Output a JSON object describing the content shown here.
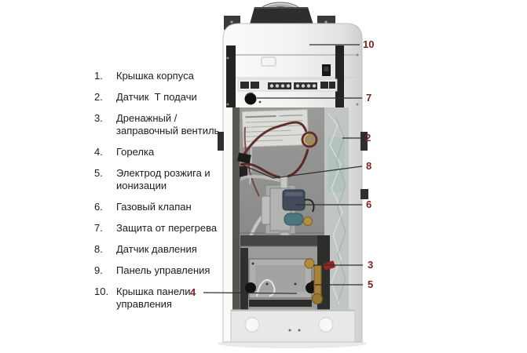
{
  "page": {
    "background_color": "#ffffff",
    "description_language": "ru"
  },
  "legend": {
    "text_color": "#1c1c1c",
    "items": [
      {
        "num": "1.",
        "label": "Крышка корпуса"
      },
      {
        "num": "2.",
        "label": "Датчик  Т подачи"
      },
      {
        "num": "3.",
        "label": "Дренажный /\nзаправочный вентиль"
      },
      {
        "num": "4.",
        "label": "Горелка"
      },
      {
        "num": "5.",
        "label": "Электрод розжига и\nионизации"
      },
      {
        "num": "6.",
        "label": "Газовый клапан"
      },
      {
        "num": "7.",
        "label": "Защита от перегрева"
      },
      {
        "num": "8.",
        "label": "Датчик давления"
      },
      {
        "num": "9.",
        "label": "Панель управления"
      },
      {
        "num": "10.",
        "label": "Крышка панели\nуправления"
      }
    ]
  },
  "diagram": {
    "callout_color": "#7c2321",
    "leader_line_color": "#2e2e2e",
    "callouts": {
      "c10": "10",
      "c7": "7",
      "c2": "2",
      "c8": "8",
      "c6": "6",
      "c3": "3",
      "c5": "5",
      "c4": "4"
    }
  }
}
